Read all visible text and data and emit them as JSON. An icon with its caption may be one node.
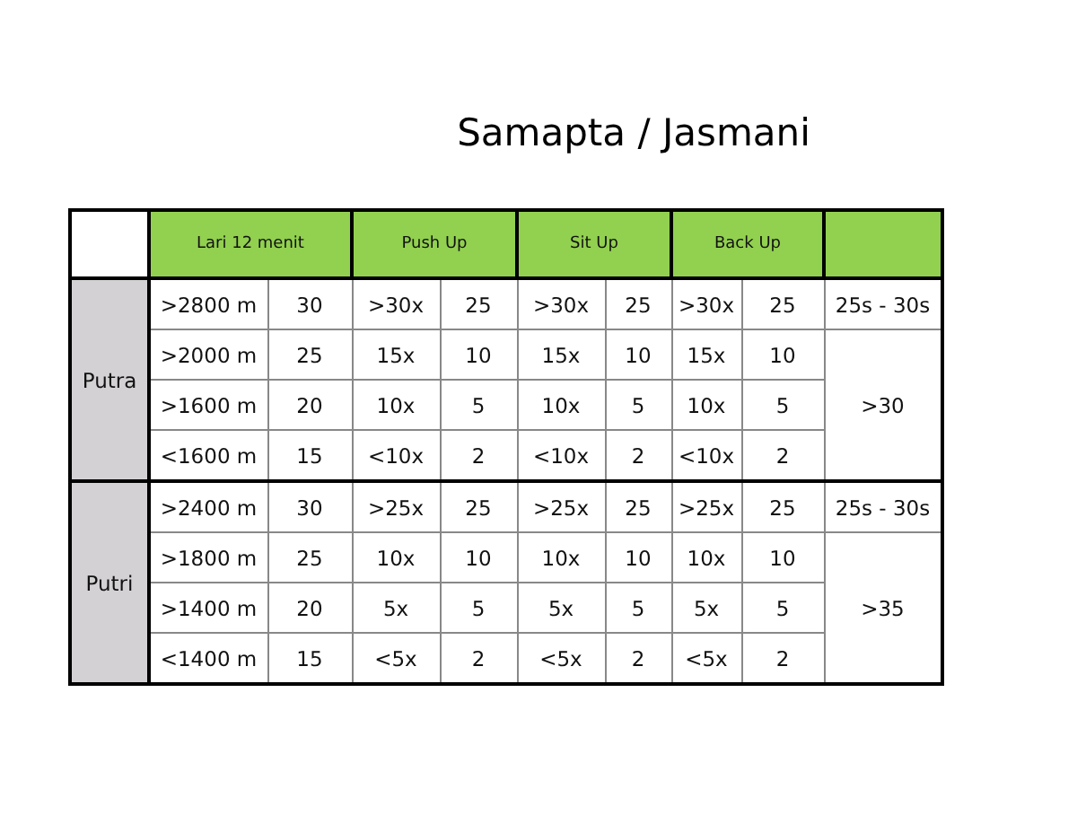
{
  "diagram": {
    "title": "Samapta / Jasmani",
    "labels": [
      "Lari 12 menit",
      "Push Up",
      "Sit Up",
      "Back Up",
      "Putra",
      ">2800 m",
      "30",
      ">30x",
      "25",
      ">30x",
      "25",
      ">30x",
      "25",
      "25s - 30s",
      ">2000 m",
      "25",
      "15x",
      "10",
      "15x",
      "10",
      "15x",
      "10",
      ">1600 m",
      "20",
      "10x",
      "5",
      "10x",
      "5",
      "10x",
      "5",
      ">30",
      "<1600 m",
      "15",
      "<10x",
      "2",
      "<10x",
      "2",
      "<10x",
      "2",
      "Putri",
      ">2400 m",
      "30",
      ">25x",
      "25",
      ">25x",
      "25",
      ">25x",
      "25",
      "25s - 30s",
      ">1800 m",
      "25",
      "10x",
      "10",
      "10x",
      "10",
      "10x",
      "10",
      ">1400 m",
      "20",
      "5x",
      "5",
      "5x",
      "5",
      "5x",
      "5",
      ">35",
      "<1400 m",
      "15",
      "<5x",
      "2",
      "<5x",
      "2",
      "<5x",
      "2"
    ]
  }
}
